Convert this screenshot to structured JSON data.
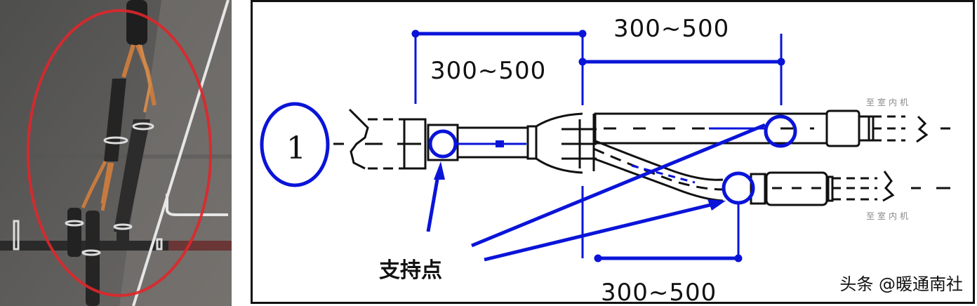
{
  "photo": {
    "description": "Photo of refrigerant branch pipes with insulation hanging from ceiling, highlighted with red ellipse",
    "highlight_color": "#e0262a"
  },
  "diagram": {
    "marker_number": "1",
    "dimensions": {
      "top_left": "300~500",
      "top_right": "300~500",
      "bottom": "300~500"
    },
    "support_label": "支持点",
    "outlet_label_upper": "至室内机",
    "outlet_label_lower": "至室内机",
    "colors": {
      "accent": "#0a14d8",
      "line": "#111111",
      "outlet_label": "#8a8a8a"
    }
  },
  "watermark": "头条 @暖通南社"
}
